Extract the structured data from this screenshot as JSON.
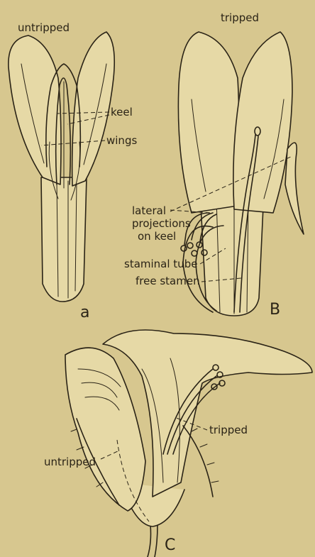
{
  "figure": {
    "panel_a": {
      "title": "untripped",
      "letter": "a",
      "labels": {
        "keel": "keel",
        "wings": "wings"
      }
    },
    "panel_b": {
      "title": "tripped",
      "letter": "B",
      "labels": {
        "lateral_line1": "lateral",
        "lateral_line2": "projections",
        "lateral_line3": "on keel",
        "staminal_tube": "staminal tube",
        "free_stamen": "free stamen"
      }
    },
    "panel_c": {
      "letter": "C",
      "labels": {
        "untripped": "untripped",
        "tripped": "tripped"
      }
    }
  },
  "colors": {
    "paper": "#d7c78f",
    "ink": "#2a2316"
  }
}
